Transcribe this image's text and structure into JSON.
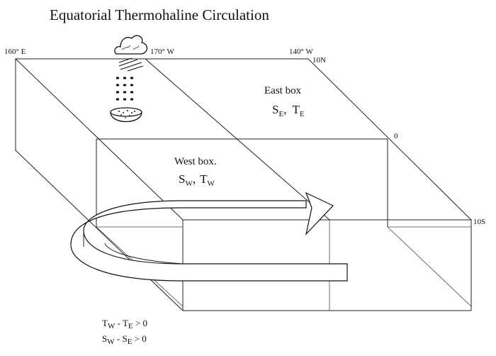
{
  "diagram": {
    "title": "Equatorial Thermohaline Circulation",
    "longitudes": [
      "160° E",
      "170° W",
      "140° W"
    ],
    "latitudes": [
      "10N",
      "0",
      "10S"
    ],
    "east_box": {
      "name": "East box",
      "salinity": {
        "base": "S",
        "sub": "E",
        "sep": ","
      },
      "temperature": {
        "base": "T",
        "sub": "E"
      }
    },
    "west_box": {
      "name": "West box.",
      "salinity": {
        "base": "S",
        "sub": "W",
        "sep": ","
      },
      "temperature": {
        "base": "T",
        "sub": "W"
      }
    },
    "relations": [
      {
        "a": "T",
        "a_sub": "W",
        "op": " - ",
        "b": "T",
        "b_sub": "E",
        "rel": " > 0"
      },
      {
        "a": "S",
        "a_sub": "W",
        "op": " - ",
        "b": "S",
        "b_sub": "E",
        "rel": " > 0"
      }
    ],
    "icons": [
      "cloud-icon",
      "rain-icon",
      "evaporation-bowl-icon"
    ]
  }
}
